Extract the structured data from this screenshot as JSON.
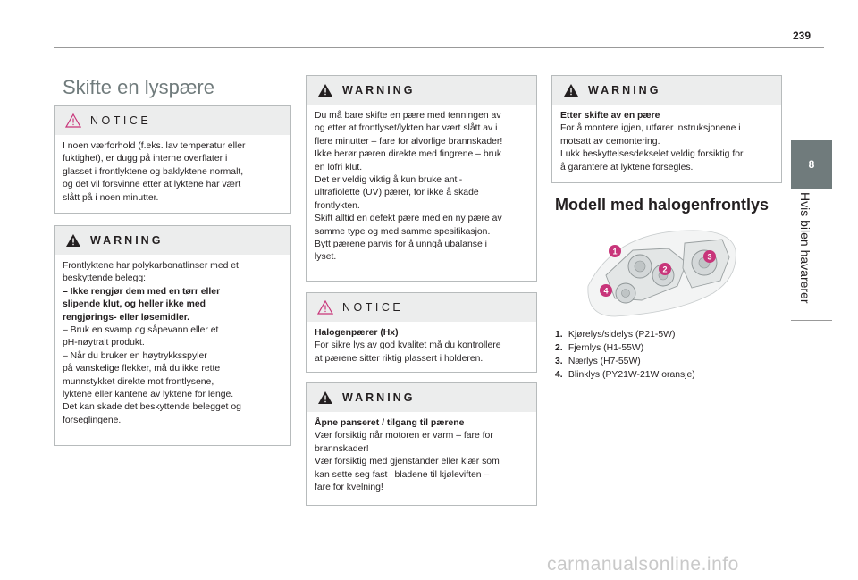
{
  "page_number": "239",
  "chapter": {
    "number": "8",
    "title": "Hvis bilen havarerer"
  },
  "section_title": "Skifte en lyspære",
  "notice1": {
    "label": "NOTICE",
    "lines": [
      "I noen værforhold (f.eks. lav temperatur eller",
      "fuktighet), er dugg på interne overflater i",
      "glasset i frontlyktene og baklyktene normalt,",
      "og det vil forsvinne etter at lyktene har vært",
      "slått på i noen minutter."
    ]
  },
  "warning1": {
    "label": "WARNING",
    "lines": [
      {
        "t": "Frontlyktene har polykarbonatlinser med et",
        "b": false
      },
      {
        "t": "beskyttende belegg:",
        "b": false
      },
      {
        "t": "–  Ikke rengjør dem med en tørr eller",
        "b": true
      },
      {
        "t": "slipende klut, og heller ikke med",
        "b": true
      },
      {
        "t": "rengjørings- eller løsemidler.",
        "b": true
      },
      {
        "t": "–  Bruk en svamp og såpevann eller et",
        "b": false
      },
      {
        "t": "pH-nøytralt produkt.",
        "b": false
      },
      {
        "t": "–  Når du bruker en høytrykksspyler",
        "b": false
      },
      {
        "t": "på vanskelige flekker, må du ikke rette",
        "b": false
      },
      {
        "t": "munnstykket direkte mot frontlysene,",
        "b": false
      },
      {
        "t": "lyktene eller kantene av lyktene for lenge.",
        "b": false
      },
      {
        "t": "Det kan skade det beskyttende belegget og",
        "b": false
      },
      {
        "t": "forseglingene.",
        "b": false
      }
    ]
  },
  "warning2": {
    "label": "WARNING",
    "lines": [
      "Du må bare skifte en pære med tenningen av",
      "og etter at frontlyset/lykten har vært slått av i",
      "flere minutter – fare for alvorlige brannskader!",
      "Ikke berør pæren direkte med fingrene – bruk",
      "en lofri klut.",
      "Det er veldig viktig å kun bruke anti-",
      "ultrafiolette (UV) pærer, for ikke å skade",
      "frontlykten.",
      "Skift alltid en defekt pære med en ny pære av",
      "samme type og med samme spesifikasjon.",
      "Bytt pærene parvis for å unngå ubalanse i",
      "lyset."
    ]
  },
  "notice2": {
    "label": "NOTICE",
    "title": "Halogenpærer (Hx)",
    "lines": [
      "For sikre lys av god kvalitet må du kontrollere",
      "at pærene sitter riktig plassert i holderen."
    ]
  },
  "warning3": {
    "label": "WARNING",
    "title": "Åpne panseret / tilgang til pærene",
    "lines": [
      "Vær forsiktig når motoren er varm – fare for",
      "brannskader!",
      "Vær forsiktig med gjenstander eller klær som",
      "kan sette seg fast i bladene til kjøleviften –",
      "fare for kvelning!"
    ]
  },
  "warning4": {
    "label": "WARNING",
    "title": "Etter skifte av en pære",
    "lines": [
      "For å montere igjen, utfører instruksjonene i",
      "motsatt av demontering.",
      "Lukk beskyttelsesdekselet veldig forsiktig for",
      "å garantere at lyktene forsegles."
    ]
  },
  "subsection_title": "Modell med halogenfrontlys",
  "diagram_labels": [
    "1",
    "2",
    "3",
    "4"
  ],
  "legend": [
    {
      "n": "1.",
      "text": "Kjørelys/sidelys (P21-5W)"
    },
    {
      "n": "2.",
      "text": "Fjernlys (H1-55W)"
    },
    {
      "n": "3.",
      "text": "Nærlys (H7-55W)"
    },
    {
      "n": "4.",
      "text": "Blinklys (PY21W-21W oransje)"
    }
  ],
  "watermark": "carmanualsonline.info",
  "colors": {
    "accent": "#707b7c",
    "marker": "#c8357a",
    "box_header": "#eceded"
  }
}
